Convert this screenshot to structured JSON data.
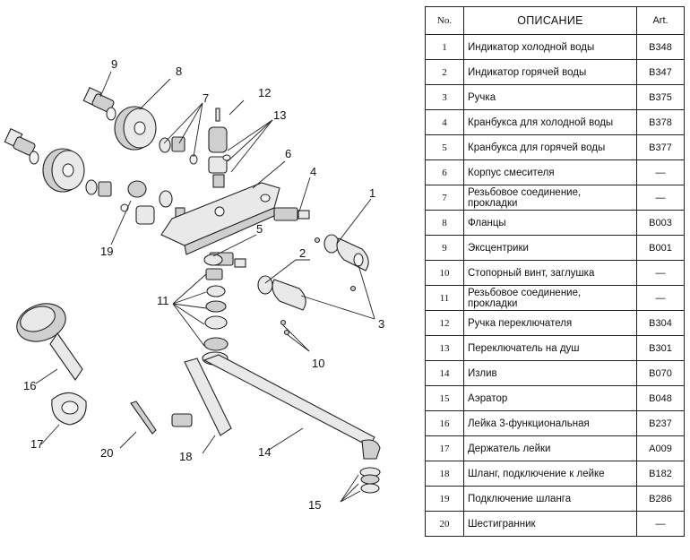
{
  "callouts": [
    "1",
    "2",
    "3",
    "4",
    "5",
    "6",
    "7",
    "8",
    "9",
    "10",
    "11",
    "12",
    "13",
    "14",
    "15",
    "16",
    "17",
    "18",
    "19",
    "20"
  ],
  "table": {
    "headers": {
      "no": "No.",
      "desc": "ОПИСАНИЕ",
      "art": "Art."
    },
    "rows": [
      {
        "no": "1",
        "desc": "Индикатор холодной воды",
        "art": "B348"
      },
      {
        "no": "2",
        "desc": "Индикатор горячей воды",
        "art": "B347"
      },
      {
        "no": "3",
        "desc": "Ручка",
        "art": "B375"
      },
      {
        "no": "4",
        "desc": "Кранбукса для холодной воды",
        "art": "B378"
      },
      {
        "no": "5",
        "desc": "Кранбукса для горячей воды",
        "art": "B377"
      },
      {
        "no": "6",
        "desc": "Корпус смесителя",
        "art": "—"
      },
      {
        "no": "7",
        "desc": "Резьбовое соединение, прокладки",
        "art": "—"
      },
      {
        "no": "8",
        "desc": "Фланцы",
        "art": "B003"
      },
      {
        "no": "9",
        "desc": "Эксцентрики",
        "art": "B001"
      },
      {
        "no": "10",
        "desc": "Стопорный винт, заглушка",
        "art": "—"
      },
      {
        "no": "11",
        "desc": "Резьбовое соединение, прокладки",
        "art": "—"
      },
      {
        "no": "12",
        "desc": "Ручка переключателя",
        "art": "B304"
      },
      {
        "no": "13",
        "desc": "Переключатель на душ",
        "art": "B301"
      },
      {
        "no": "14",
        "desc": "Излив",
        "art": "B070"
      },
      {
        "no": "15",
        "desc": "Аэратор",
        "art": "B048"
      },
      {
        "no": "16",
        "desc": "Лейка 3-функциональная",
        "art": "B237"
      },
      {
        "no": "17",
        "desc": "Держатель лейки",
        "art": "A009"
      },
      {
        "no": "18",
        "desc": "Шланг, подключение к лейке",
        "art": "B182"
      },
      {
        "no": "19",
        "desc": "Подключение шланга",
        "art": "B286"
      },
      {
        "no": "20",
        "desc": "Шестигранник",
        "art": "—"
      }
    ]
  }
}
